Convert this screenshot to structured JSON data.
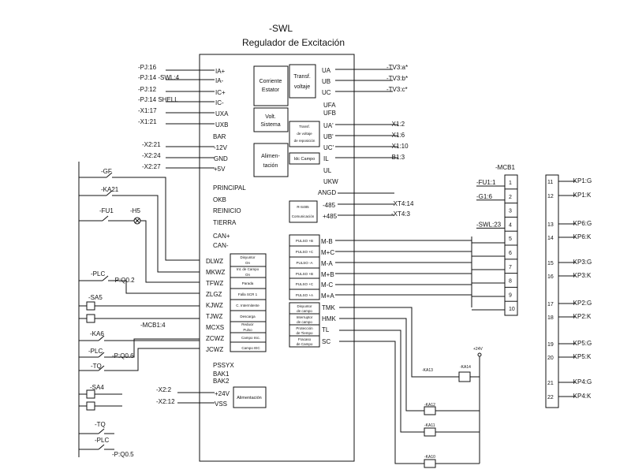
{
  "title": {
    "tag": "-SWL",
    "subtitle": "Regulador de Excitación"
  },
  "left_inputs": [
    {
      "ref": "-PJ:16",
      "pin": "IA+"
    },
    {
      "ref": "-PJ:14 -SWL:4",
      "pin": "IA-"
    },
    {
      "ref": "-PJ:12",
      "pin": "IC+"
    },
    {
      "ref": "-PJ:14 SHELL",
      "pin": "IC-"
    },
    {
      "ref": "-X1:17",
      "pin": "UXA"
    },
    {
      "ref": "-X1:21",
      "pin": "UXB"
    }
  ],
  "bar_label": "BAR",
  "power_inputs": [
    {
      "ref": "-X2:21",
      "pin": "-12V"
    },
    {
      "ref": "-X2:24",
      "pin": "GND"
    },
    {
      "ref": "-X2:27",
      "pin": "+5V"
    }
  ],
  "left_blocks": [
    {
      "l1": "Corriente",
      "l2": "Estator"
    },
    {
      "l1": "Volt.",
      "l2": "Sistema"
    },
    {
      "l1": "Alimen-",
      "l2": "tación"
    }
  ],
  "status_labels": [
    "PRINCIPAL",
    "OKB",
    "REINICIO",
    "TIERRA",
    "CAN+",
    "CAN-"
  ],
  "control_inputs": [
    {
      "pin": "DLWZ",
      "desc1": "Disyuntor",
      "desc2": "On"
    },
    {
      "pin": "MKWZ",
      "desc1": "Int. de Campo",
      "desc2": "On"
    },
    {
      "pin": "TFWZ",
      "desc1": "Parada",
      "desc2": ""
    },
    {
      "pin": "ZLGZ",
      "desc1": "Falla SCR 1",
      "desc2": ""
    },
    {
      "pin": "KJWZ",
      "desc1": "C. Intermitente",
      "desc2": ""
    },
    {
      "pin": "TJWZ",
      "desc1": "Descarga",
      "desc2": ""
    },
    {
      "pin": "MCXS",
      "desc1": "Reducir",
      "desc2": "Pulso"
    },
    {
      "pin": "ZCWZ",
      "desc1": "Campo Inic.",
      "desc2": ""
    },
    {
      "pin": "JCWZ",
      "desc1": "Campo IEC",
      "desc2": ""
    }
  ],
  "bottom_labels": [
    "PSSYX",
    "BAK1",
    "BAK2"
  ],
  "supply": {
    "block": "Alimentación",
    "rows": [
      {
        "ref": "-X2:2",
        "pin": "+24V"
      },
      {
        "ref": "-X2:12",
        "pin": "VSS"
      }
    ]
  },
  "transf_block": {
    "l1": "Transf.",
    "l2": "voltaje"
  },
  "transf_outputs": [
    {
      "pin": "UA",
      "ref": "-TV3:a*"
    },
    {
      "pin": "UB",
      "ref": "-TV3:b*"
    },
    {
      "pin": "UC",
      "ref": "-TV3:c*"
    }
  ],
  "ufa_labels": [
    "UFA",
    "UFB"
  ],
  "transf_volt_block": {
    "l1": "Transf.",
    "l2": "de voltaje",
    "l3": "de reposición"
  },
  "excit_outputs": [
    {
      "pin": "UA'",
      "ref": "-X1:2"
    },
    {
      "pin": "UB'",
      "ref": "-X1:6"
    },
    {
      "pin": "UC'",
      "ref": "-X1:10"
    },
    {
      "pin": "IL",
      "ref": "-B1:3"
    }
  ],
  "idc_block": "Idc Campo",
  "ul_labels": [
    "UL",
    "UKW"
  ],
  "angd": "ANGD",
  "rs485_block": {
    "l1": "R-S485",
    "l2": "Comunicación"
  },
  "rs485_outputs": [
    {
      "pin": "-485",
      "ref": "-XT4:14"
    },
    {
      "pin": "+485",
      "ref": "-XT4:3"
    }
  ],
  "pulse_outputs": [
    {
      "desc": "PULSO +B",
      "pin": "M-B"
    },
    {
      "desc": "PULSO +C",
      "pin": "M+C"
    },
    {
      "desc": "PULSO -A",
      "pin": "M-A"
    },
    {
      "desc": "PULSO +B",
      "pin": "M+B"
    },
    {
      "desc": "PULSO +C",
      "pin": "M-C"
    },
    {
      "desc": "PULSO +A",
      "pin": "M+A"
    }
  ],
  "relay_outputs": [
    {
      "d1": "Disyuntor",
      "d2": "de campo",
      "pin": "TMK"
    },
    {
      "d1": "Interruptor",
      "d2": "de campo",
      "pin": "HMK"
    },
    {
      "d1": "Protección",
      "d2": "de Tiempo",
      "pin": "TL"
    },
    {
      "d1": "Fracaso",
      "d2": "de Campo",
      "pin": "SC"
    }
  ],
  "field_contacts": {
    "k1": "-KA13",
    "k2": "-KA12",
    "k3": "-KA11",
    "k4": "-KA10",
    "coil": "-KA14",
    "v24": "+24V"
  },
  "left_devices": {
    "gf": "-GF",
    "ka21": "-KA21",
    "fu1": "-FU1",
    "h5": "-H5",
    "plc1": "-PLC",
    "p02": "-P:Q0.2",
    "sa5": "-SA5",
    "ka6": "-KA6",
    "mcb4": "-MCB1:4",
    "plc2": "-PLC",
    "p06": "-P:Q0.6",
    "tq1": "-TQ",
    "sa4": "-SA4",
    "tq2": "-TQ",
    "plc3": "-PLC",
    "p05": "-P:Q0.5"
  },
  "mcb": {
    "name": "-MCB1",
    "left": [
      {
        "ref": "-FU1:1",
        "n": "1"
      },
      {
        "ref": "-G1:6",
        "n": "2"
      },
      {
        "ref": "",
        "n": "3"
      },
      {
        "ref": "-SWL:23",
        "n": "4"
      },
      {
        "ref": "",
        "n": "5"
      },
      {
        "ref": "",
        "n": "6"
      },
      {
        "ref": "",
        "n": "7"
      },
      {
        "ref": "",
        "n": "8"
      },
      {
        "ref": "",
        "n": "9"
      },
      {
        "ref": "",
        "n": "10"
      }
    ],
    "right": [
      {
        "n": "11",
        "ref": "-KP1:G"
      },
      {
        "n": "12",
        "ref": "-KP1:K"
      },
      {
        "n": "13",
        "ref": "-KP6:G"
      },
      {
        "n": "14",
        "ref": "-KP6:K"
      },
      {
        "n": "15",
        "ref": "-KP3:G"
      },
      {
        "n": "16",
        "ref": "-KP3:K"
      },
      {
        "n": "17",
        "ref": "-KP2:G"
      },
      {
        "n": "18",
        "ref": "-KP2:K"
      },
      {
        "n": "19",
        "ref": "-KP5:G"
      },
      {
        "n": "20",
        "ref": "-KP5:K"
      },
      {
        "n": "21",
        "ref": "-KP4:G"
      },
      {
        "n": "22",
        "ref": "-KP4:K"
      }
    ]
  }
}
